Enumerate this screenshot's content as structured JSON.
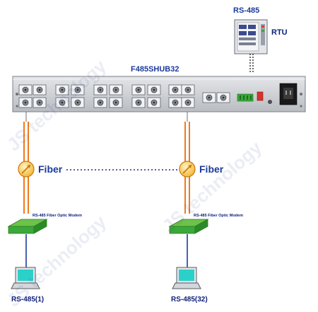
{
  "rtu": {
    "protocol": "RS-485",
    "name": "RTU"
  },
  "hub": {
    "model": "F485SHUB32"
  },
  "links": {
    "medium_left": "Fiber",
    "medium_right": "Fiber"
  },
  "nodes": [
    {
      "modem_label": "RS-485 Fiber Optic Modem",
      "terminal_label": "RS-485(1)"
    },
    {
      "modem_label": "RS-485 Fiber Optic Modem",
      "terminal_label": "RS-485(32)"
    }
  ],
  "watermark": "JS technology",
  "colors": {
    "fiber": "#f07a1e",
    "label": "#1a3a9c",
    "chassis": "#cfd2d6",
    "modem": "#3aa83a"
  }
}
